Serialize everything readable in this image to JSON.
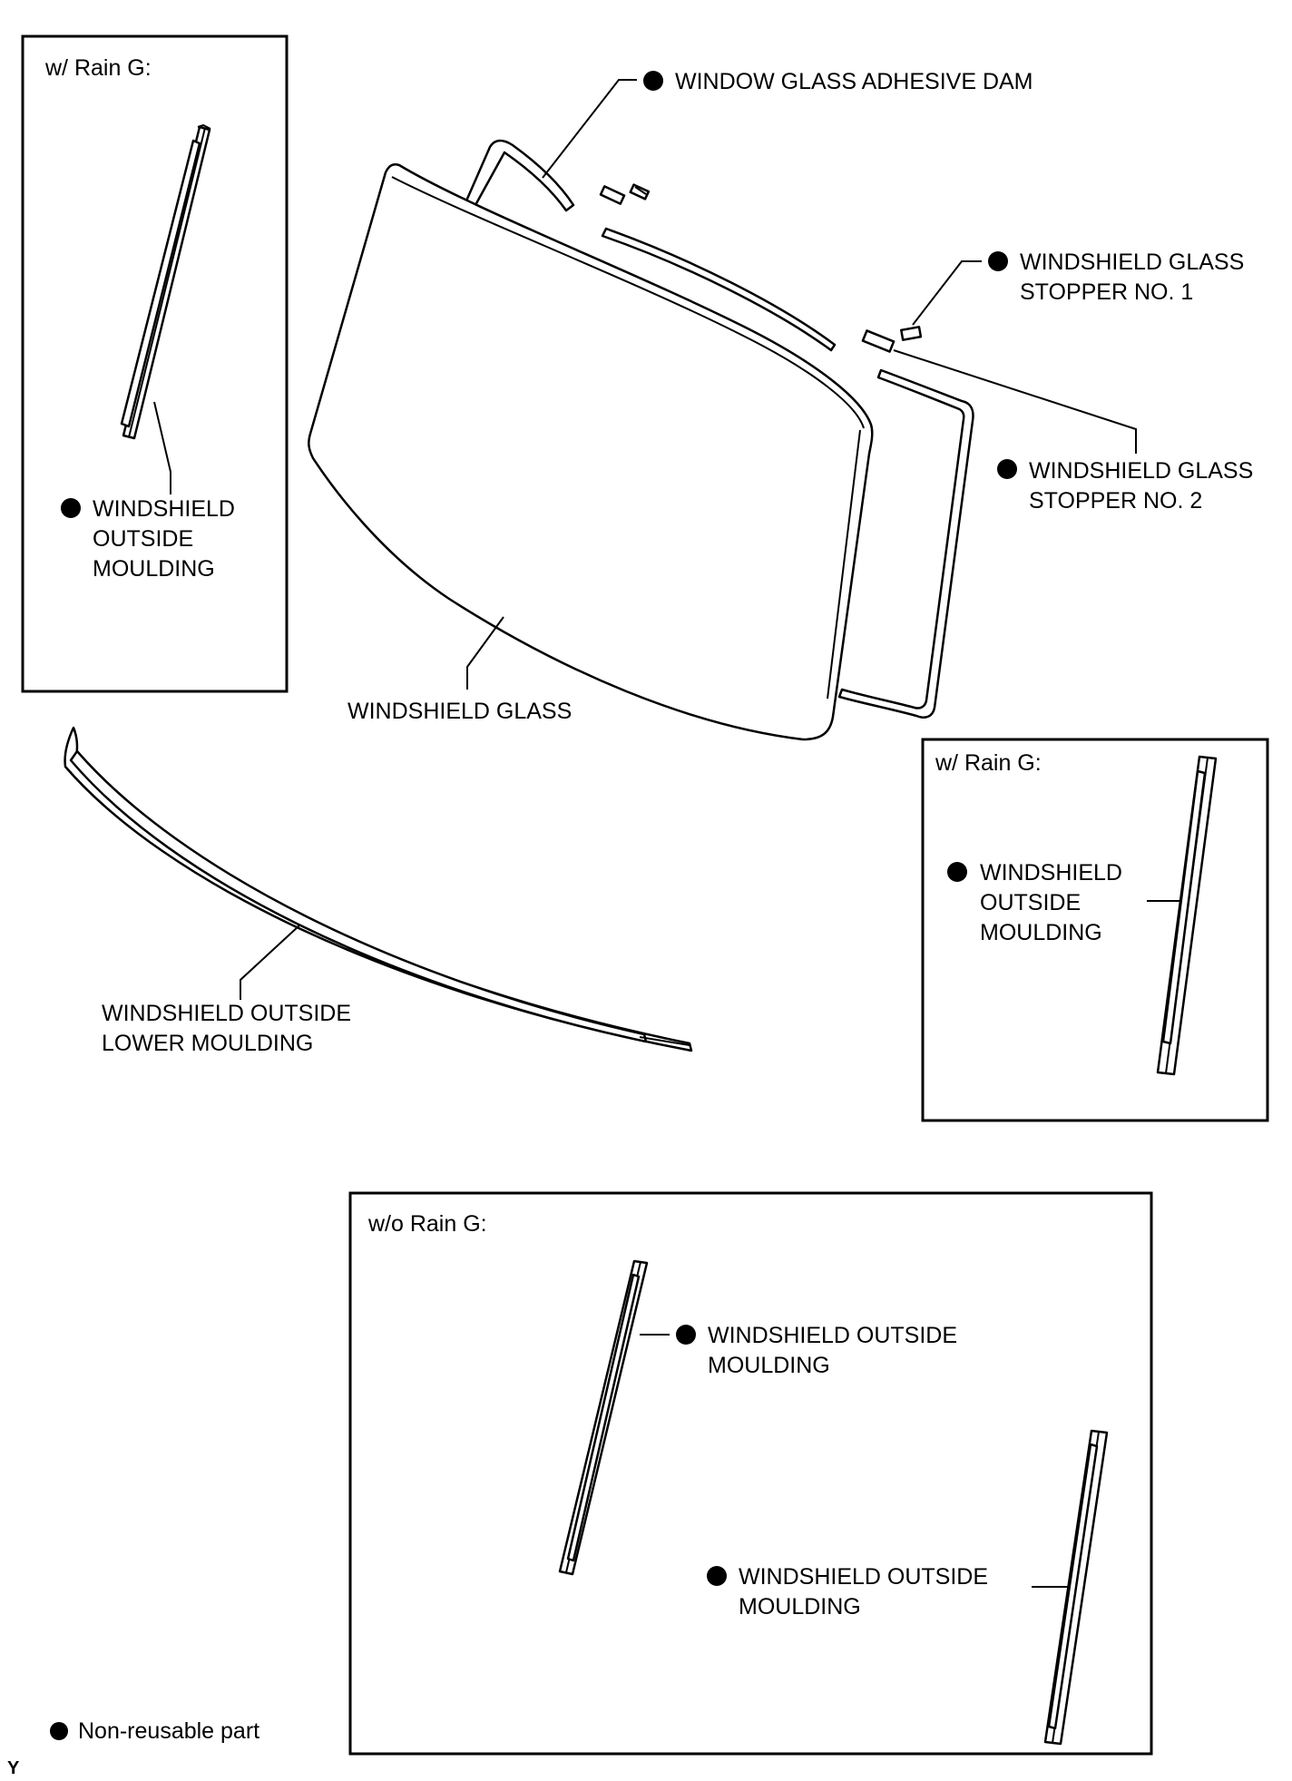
{
  "insets": {
    "top_left_title": "w/ Rain G:",
    "right_title": "w/ Rain G:",
    "bottom_title": "w/o Rain G:"
  },
  "labels": {
    "adhesive_dam": [
      "WINDOW GLASS ADHESIVE DAM"
    ],
    "stopper_1": [
      "WINDSHIELD GLASS",
      "STOPPER NO. 1"
    ],
    "stopper_2": [
      "WINDSHIELD GLASS",
      "STOPPER NO. 2"
    ],
    "windshield_glass": [
      "WINDSHIELD GLASS"
    ],
    "lower_moulding": [
      "WINDSHIELD OUTSIDE",
      "LOWER MOULDING"
    ],
    "left_inset_moulding": [
      "WINDSHIELD",
      "OUTSIDE",
      "MOULDING"
    ],
    "right_inset_moulding": [
      "WINDSHIELD",
      "OUTSIDE",
      "MOULDING"
    ],
    "bottom_moulding_a": [
      "WINDSHIELD OUTSIDE",
      "MOULDING"
    ],
    "bottom_moulding_b": [
      "WINDSHIELD OUTSIDE",
      "MOULDING"
    ]
  },
  "legend": {
    "text": "Non-reusable part"
  },
  "footer": {
    "code": "Y"
  }
}
